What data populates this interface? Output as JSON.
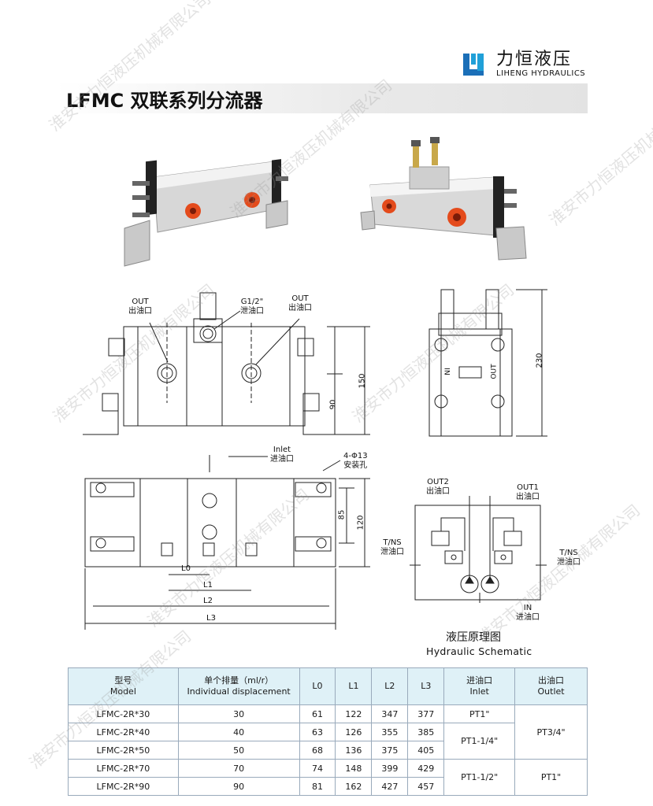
{
  "brand": {
    "name_cn": "力恒液压",
    "name_en": "LIHENG HYDRAULICS",
    "color": "#1b6fb8"
  },
  "title": "LFMC 双联系列分流器",
  "labels": {
    "out_top": "OUT",
    "out_top_cn": "出油口",
    "g12": "G1/2\"",
    "drain_cn": "泄油口",
    "out_right": "OUT",
    "out_right_cn": "出油口",
    "inlet": "Inlet",
    "inlet_cn": "进油口",
    "holes": "4-Φ13",
    "holes_cn": "安装孔",
    "dim_150": "150",
    "dim_90": "90",
    "dim_230": "230",
    "dim_85": "85",
    "dim_120": "120",
    "dim_L0": "L0",
    "dim_L1": "L1",
    "dim_L2": "L2",
    "dim_L3": "L3",
    "side_in": "IN",
    "side_out": "OUT"
  },
  "schematic": {
    "out2": "OUT2",
    "out2_cn": "出油口",
    "out1": "OUT1",
    "out1_cn": "出油口",
    "tns_left": "T/NS",
    "tns_left_cn": "泄油口",
    "tns_right": "T/NS",
    "tns_right_cn": "泄油口",
    "in": "IN",
    "in_cn": "进油口",
    "caption_cn": "液压原理图",
    "caption_en": "Hydraulic Schematic"
  },
  "table": {
    "headers": {
      "model_cn": "型号",
      "model_en": "Model",
      "disp_cn": "单个排量（ml/r）",
      "disp_en": "Individual displacement",
      "l0": "L0",
      "l1": "L1",
      "l2": "L2",
      "l3": "L3",
      "inlet_cn": "进油口",
      "inlet_en": "Inlet",
      "outlet_cn": "出油口",
      "outlet_en": "Outlet"
    },
    "rows": [
      {
        "model": "LFMC-2R*30",
        "disp": "30",
        "l0": "61",
        "l1": "122",
        "l2": "347",
        "l3": "377"
      },
      {
        "model": "LFMC-2R*40",
        "disp": "40",
        "l0": "63",
        "l1": "126",
        "l2": "355",
        "l3": "385"
      },
      {
        "model": "LFMC-2R*50",
        "disp": "50",
        "l0": "68",
        "l1": "136",
        "l2": "375",
        "l3": "405"
      },
      {
        "model": "LFMC-2R*70",
        "disp": "70",
        "l0": "74",
        "l1": "148",
        "l2": "399",
        "l3": "429"
      },
      {
        "model": "LFMC-2R*90",
        "disp": "90",
        "l0": "81",
        "l1": "162",
        "l2": "427",
        "l3": "457"
      }
    ],
    "inlet_groups": [
      "PT1\"",
      "PT1-1/4\"",
      "PT1-1/2\""
    ],
    "outlet_groups": [
      "PT3/4\"",
      "PT1\""
    ]
  },
  "watermark": "淮安市力恒液压机械有限公司"
}
